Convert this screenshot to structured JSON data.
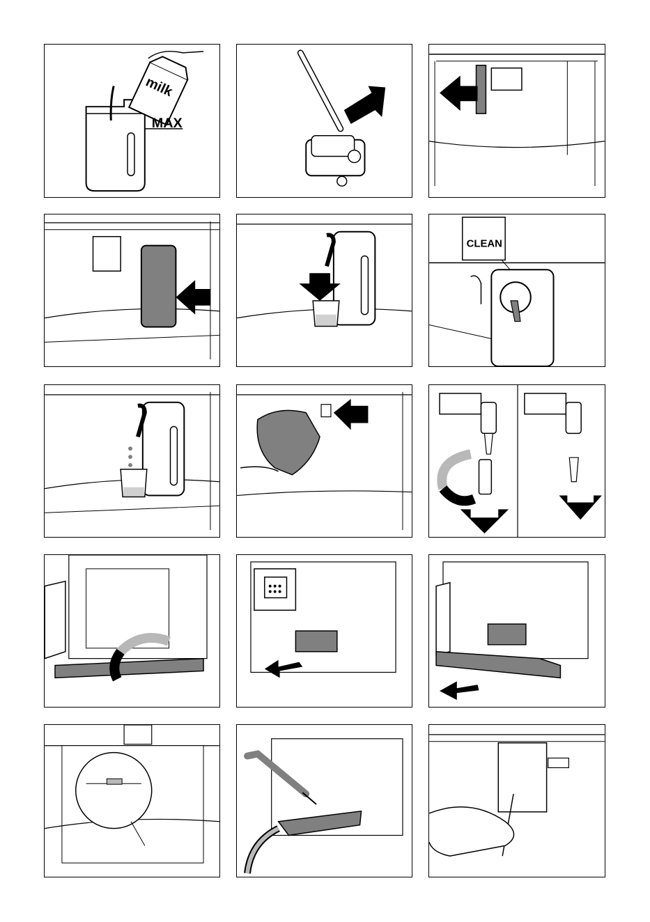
{
  "panels": {
    "p1": {
      "milk_text": "milk",
      "max_text": "MAX"
    },
    "p6": {
      "clean_text": "CLEAN"
    }
  },
  "colors": {
    "line": "#000000",
    "gray": "#808080",
    "light_gray": "#b8b8b8",
    "arrow": "#000000"
  }
}
